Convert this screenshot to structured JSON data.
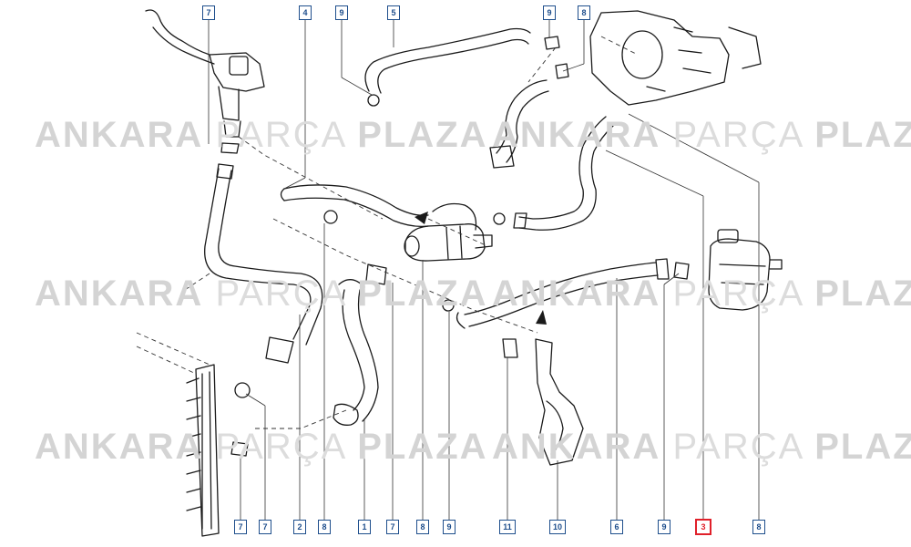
{
  "watermark": {
    "brand_a": "ANKARA",
    "brand_b": "PARÇA",
    "brand_c": "PLAZA"
  },
  "callouts": {
    "top": [
      "7",
      "4",
      "9",
      "5",
      "9",
      "8"
    ],
    "bottom": [
      "7",
      "7",
      "2",
      "8",
      "1",
      "7",
      "8",
      "9",
      "11",
      "10",
      "6",
      "9",
      "3",
      "8"
    ]
  },
  "highlight_label": "3",
  "colors": {
    "line": "#1a1a1a",
    "callout_border": "#1e4e8c",
    "highlight": "#e0202a",
    "watermark": "#d4d4d4"
  }
}
